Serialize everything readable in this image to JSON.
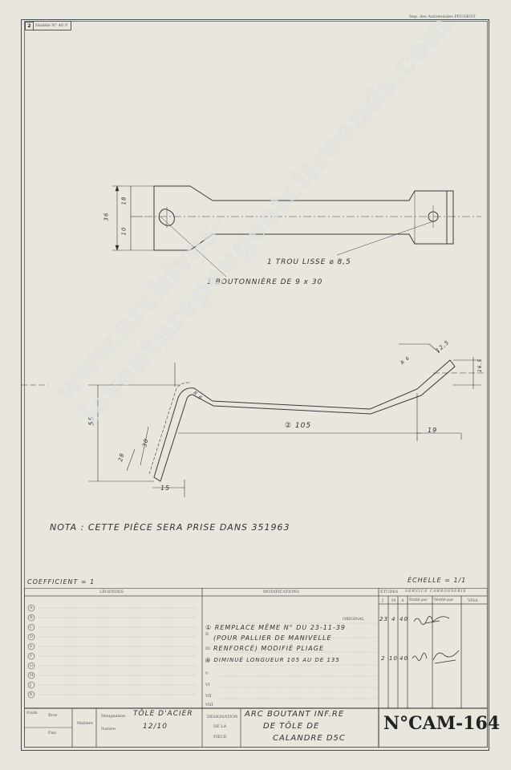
{
  "header": {
    "sheet_no": "2",
    "model": "Modèle N° 40 P",
    "printer": "Imp. des Automobiles PEUGEOT"
  },
  "drawing": {
    "top_dims": {
      "d18": "18",
      "d10": "10",
      "d36": "36"
    },
    "note_hole": "1 TROU LISSE ⌀ 8,5",
    "note_slot": "1 BOUTONNIÈRE DE 9 x 30",
    "side_dims": {
      "d12": "12,5",
      "r6a": "R 6",
      "d16": "16,5",
      "r6b": "R 6",
      "d105": "② 105",
      "d19": "19",
      "d55": "55",
      "d30": "30",
      "d28": "28",
      "d15": "15"
    },
    "nota": "NOTA :  CETTE PIÈCE SERA PRISE DANS  351963"
  },
  "titleblock": {
    "coefficient": "COEFFICIENT = 1",
    "echelle": "ÉCHELLE = 1/1",
    "legendes_header": "LÉGENDES",
    "modifications_header": "MODIFICATIONS",
    "etudes_header": "ÉTUDES",
    "service": "SERVICE CARROSSERIE",
    "col_j": "J",
    "col_m": "M",
    "col_a": "A",
    "col_etabli": "Établi par",
    "col_verifie": "Vérifié par",
    "col_visa": "VISA",
    "legend_letters": [
      "A",
      "B",
      "C",
      "D",
      "E",
      "F",
      "G",
      "H",
      "J",
      "K"
    ],
    "roman": [
      "ORIGINAL",
      "II",
      "III",
      "IV",
      "V",
      "VI",
      "VII",
      "VIII"
    ],
    "mod_lines": [
      "① REMPLACE MÊME N° DU 23-11-39",
      "(POUR PALLIER DE MANIVELLE",
      "RENFORCÉ)  MODIFIÉ PLIAGE",
      "② DIMINUÉ LONGUEUR 105 AU DE 135"
    ],
    "date1": [
      "23",
      "4",
      "40"
    ],
    "date2": [
      "2",
      "10",
      "40"
    ],
    "poids_label": "Poids",
    "brut": "Brut",
    "fini": "Fini",
    "matiere_label": "Matière",
    "designation_label": "Désignation",
    "nature_label": "Nature",
    "matiere_designation": "TÔLE  D'ACIER",
    "matiere_nature": "12/10",
    "piece_label_1": "DÉSIGNATION",
    "piece_label_2": "DE LA",
    "piece_label_3": "PIÈCE",
    "piece_line1": "ARC  BOUTANT  INF.RE",
    "piece_line2": "DE  TÔLE  DE",
    "piece_line3": "CALANDRE  D5C",
    "drawing_number": "N°CAM-164"
  },
  "watermark": "www.archives-laventurepeugeotcitroends.com",
  "colors": {
    "paper": "#e9e6de",
    "ink": "#2b2b2b",
    "line": "#4a4a4a"
  }
}
